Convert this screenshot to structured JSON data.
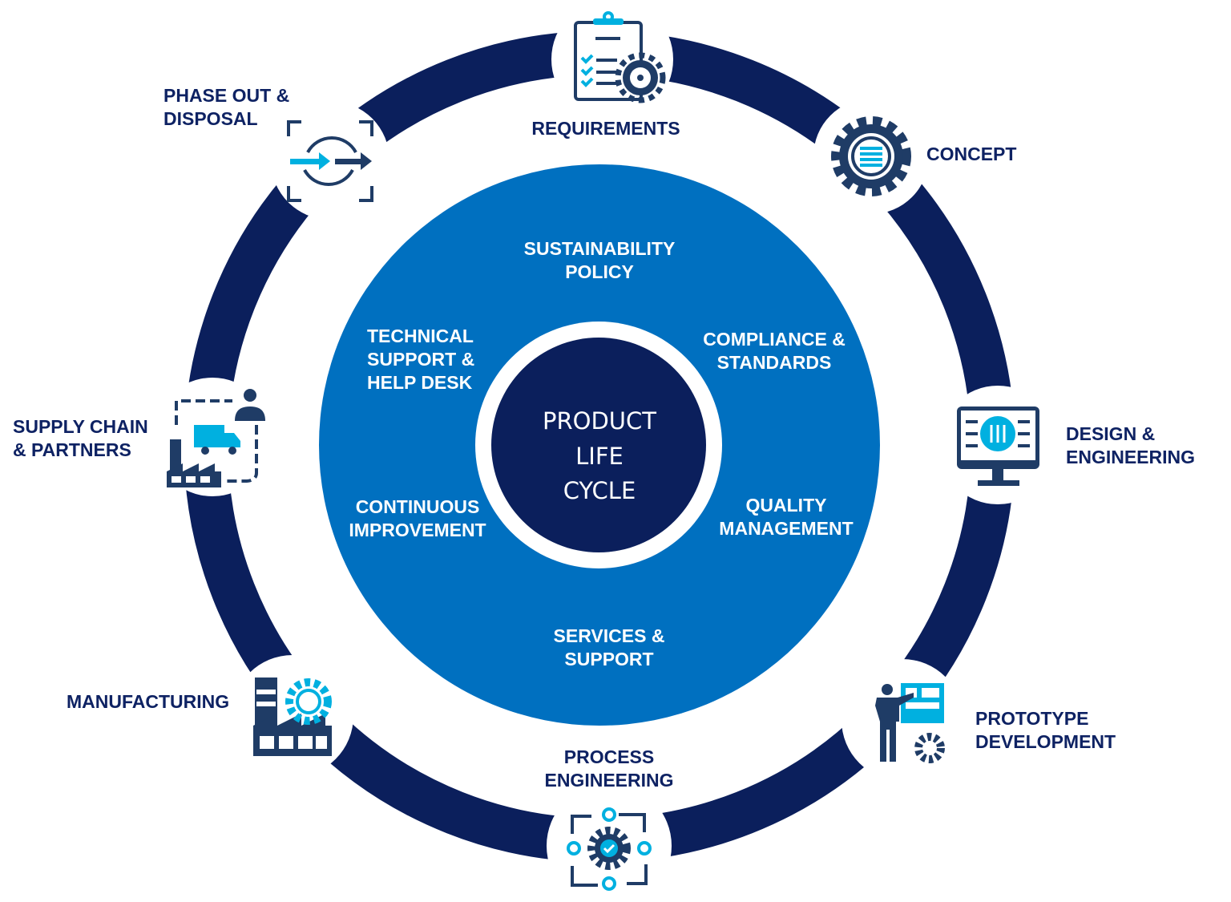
{
  "center": {
    "lines": [
      "PRODUCT",
      "LIFE",
      "CYCLE"
    ]
  },
  "inner_topics": {
    "sustainability": [
      "SUSTAINABILITY",
      "POLICY"
    ],
    "compliance": [
      "COMPLIANCE &",
      "STANDARDS"
    ],
    "quality": [
      "QUALITY",
      "MANAGEMENT"
    ],
    "services": [
      "SERVICES &",
      "SUPPORT"
    ],
    "continuous": [
      "CONTINUOUS",
      "IMPROVEMENT"
    ],
    "technical": [
      "TECHNICAL",
      "SUPPORT &",
      "HELP DESK"
    ]
  },
  "stages": {
    "requirements": [
      "REQUIREMENTS"
    ],
    "concept": [
      "CONCEPT"
    ],
    "design": [
      "DESIGN &",
      "ENGINEERING"
    ],
    "prototype": [
      "PROTOTYPE",
      "DEVELOPMENT"
    ],
    "process": [
      "PROCESS",
      "ENGINEERING"
    ],
    "manufacturing": [
      "MANUFACTURING"
    ],
    "supply": [
      "SUPPLY CHAIN",
      "& PARTNERS"
    ],
    "phaseout": [
      "PHASE OUT &",
      "DISPOSAL"
    ]
  },
  "colors": {
    "navy": "#0B1F5C",
    "blue": "#0070C0",
    "icon_dark": "#1F3C66",
    "icon_cyan": "#00B0E0"
  }
}
